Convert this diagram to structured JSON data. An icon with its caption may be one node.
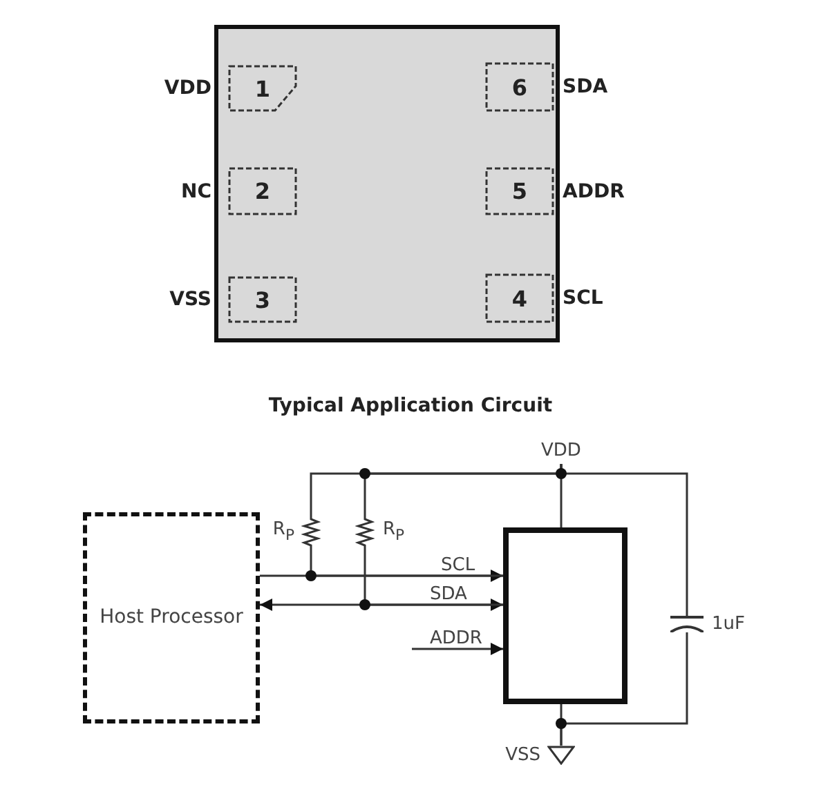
{
  "diagram": {
    "title": "Typical Application Circuit",
    "nodes": [
      {
        "text": [],
        "shape": "box"
      },
      {
        "text": [
          "1"
        ],
        "in": 0,
        "beside": [
          "VDD"
        ]
      },
      {
        "text": [
          "6"
        ],
        "in": 0,
        "beside": [
          "SDA"
        ]
      },
      {
        "text": [
          "2"
        ],
        "in": 0,
        "beside": [
          "NC"
        ]
      },
      {
        "text": [
          "5"
        ],
        "in": 0,
        "beside": [
          "ADDR"
        ]
      },
      {
        "text": [
          "3"
        ],
        "in": 0,
        "beside": [
          "VSS"
        ]
      },
      {
        "text": [
          "4"
        ],
        "in": 0,
        "beside": [
          "SCL"
        ]
      },
      {
        "text": [
          "Host Processor"
        ]
      },
      {
        "text": [],
        "shape": "box"
      },
      {
        "text": [],
        "shape": "resistor",
        "beside": [
          "R$_{P}$"
        ]
      },
      {
        "text": [],
        "shape": "resistor",
        "beside": [
          "R$_{P}$"
        ]
      },
      {
        "text": [],
        "shape": "capacitor",
        "beside": [
          "1uF"
        ]
      },
      {
        "text": [
          "VDD"
        ]
      },
      {
        "text": [],
        "shape": "ground",
        "beside": [
          "VSS"
        ]
      }
    ],
    "edges": [
      {
        "from": 7,
        "to": 8,
        "arrow": "to",
        "label": "SCL"
      },
      {
        "from": 7,
        "to": 8,
        "arrow": "both",
        "label": "SDA"
      },
      {
        "from": null,
        "to": 8,
        "arrow": "to",
        "label": "ADDR"
      },
      {
        "from": 12,
        "to": 8,
        "arrow": "none"
      },
      {
        "from": 9,
        "to": 12,
        "arrow": "none"
      },
      {
        "from": 10,
        "to": 12,
        "arrow": "none"
      },
      {
        "from": 9,
        "to": 8,
        "arrow": "none"
      },
      {
        "from": 10,
        "to": 8,
        "arrow": "none"
      },
      {
        "from": 11,
        "to": 12,
        "arrow": "none"
      },
      {
        "from": 11,
        "to": 13,
        "arrow": "none"
      },
      {
        "from": 8,
        "to": 13,
        "arrow": "none"
      }
    ]
  }
}
